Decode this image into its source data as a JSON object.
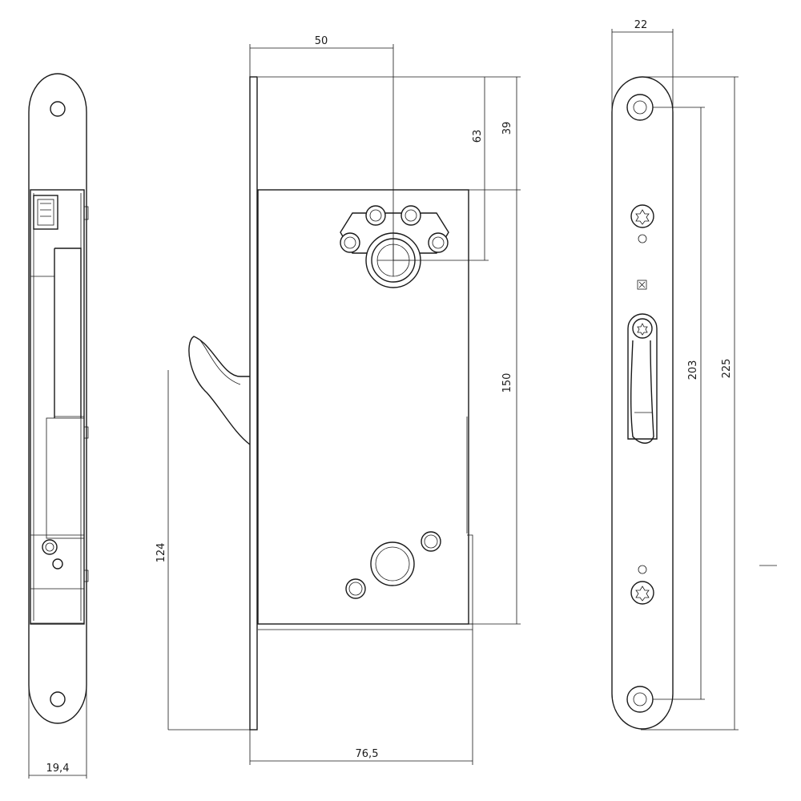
{
  "dimensions": {
    "backset": "50",
    "faceplate_width_top": "22",
    "top_to_center": "63",
    "top_to_body": "39",
    "body_height": "150",
    "hole_spacing": "203",
    "faceplate_height": "225",
    "hook_height": "124",
    "body_width": "76,5",
    "side_faceplate_width": "19,4"
  }
}
